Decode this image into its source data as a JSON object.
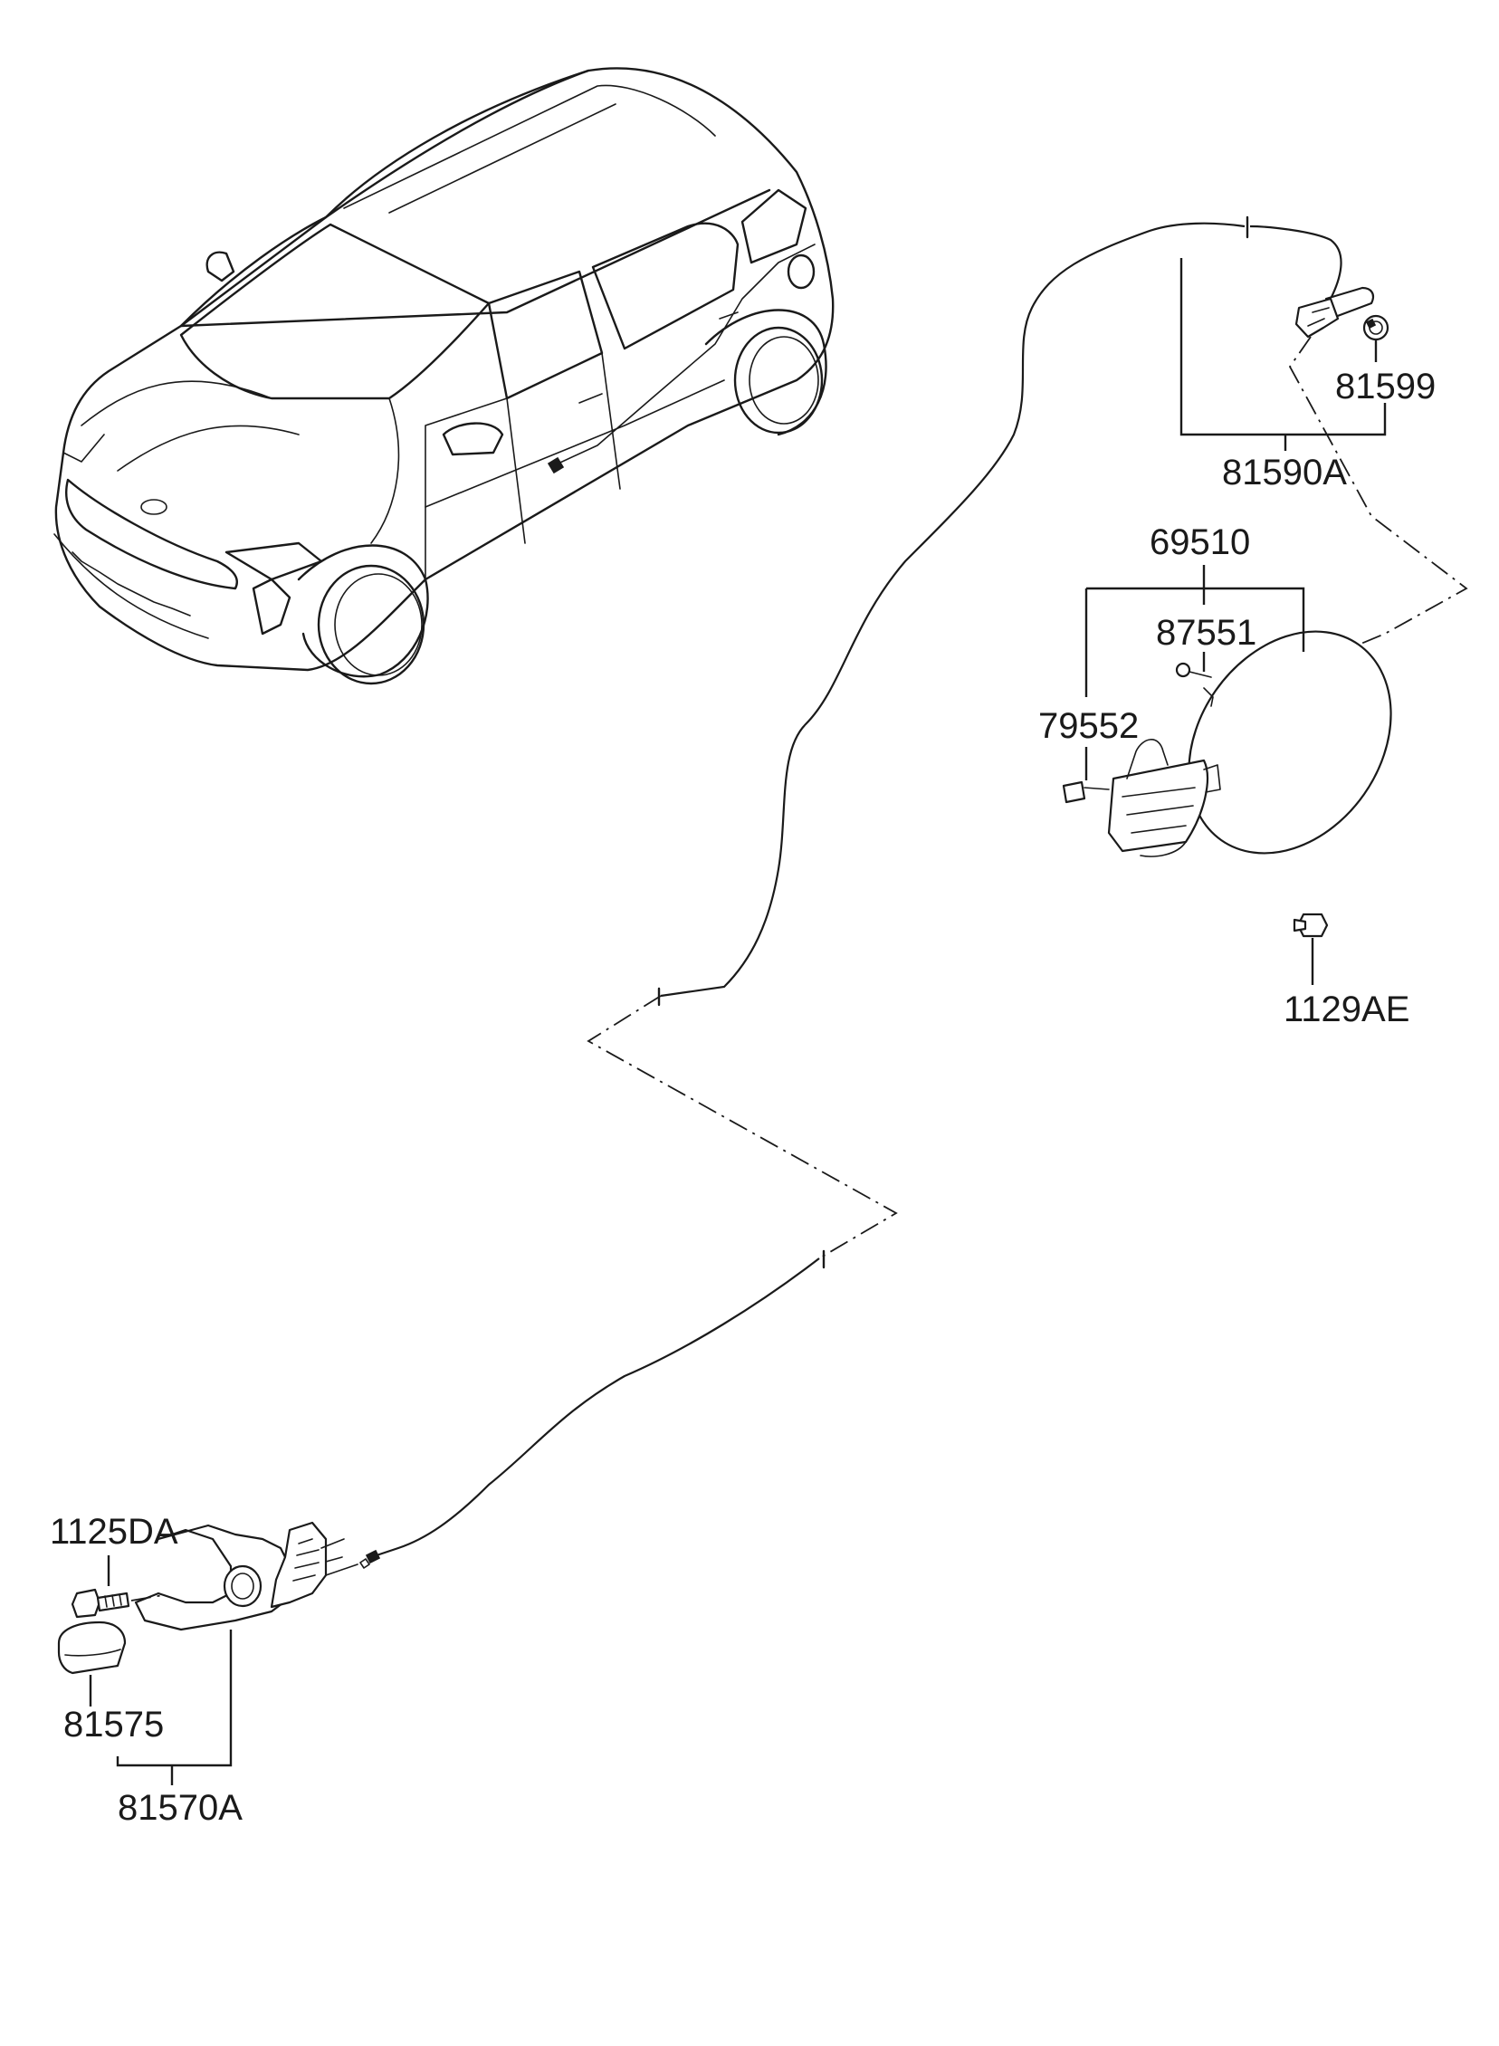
{
  "parts": {
    "p81599": "81599",
    "p81590A": "81590A",
    "p69510": "69510",
    "p87551": "87551",
    "p79552": "79552",
    "p1129AE": "1129AE",
    "p1125DA": "1125DA",
    "p81575": "81575",
    "p81570A": "81570A"
  }
}
